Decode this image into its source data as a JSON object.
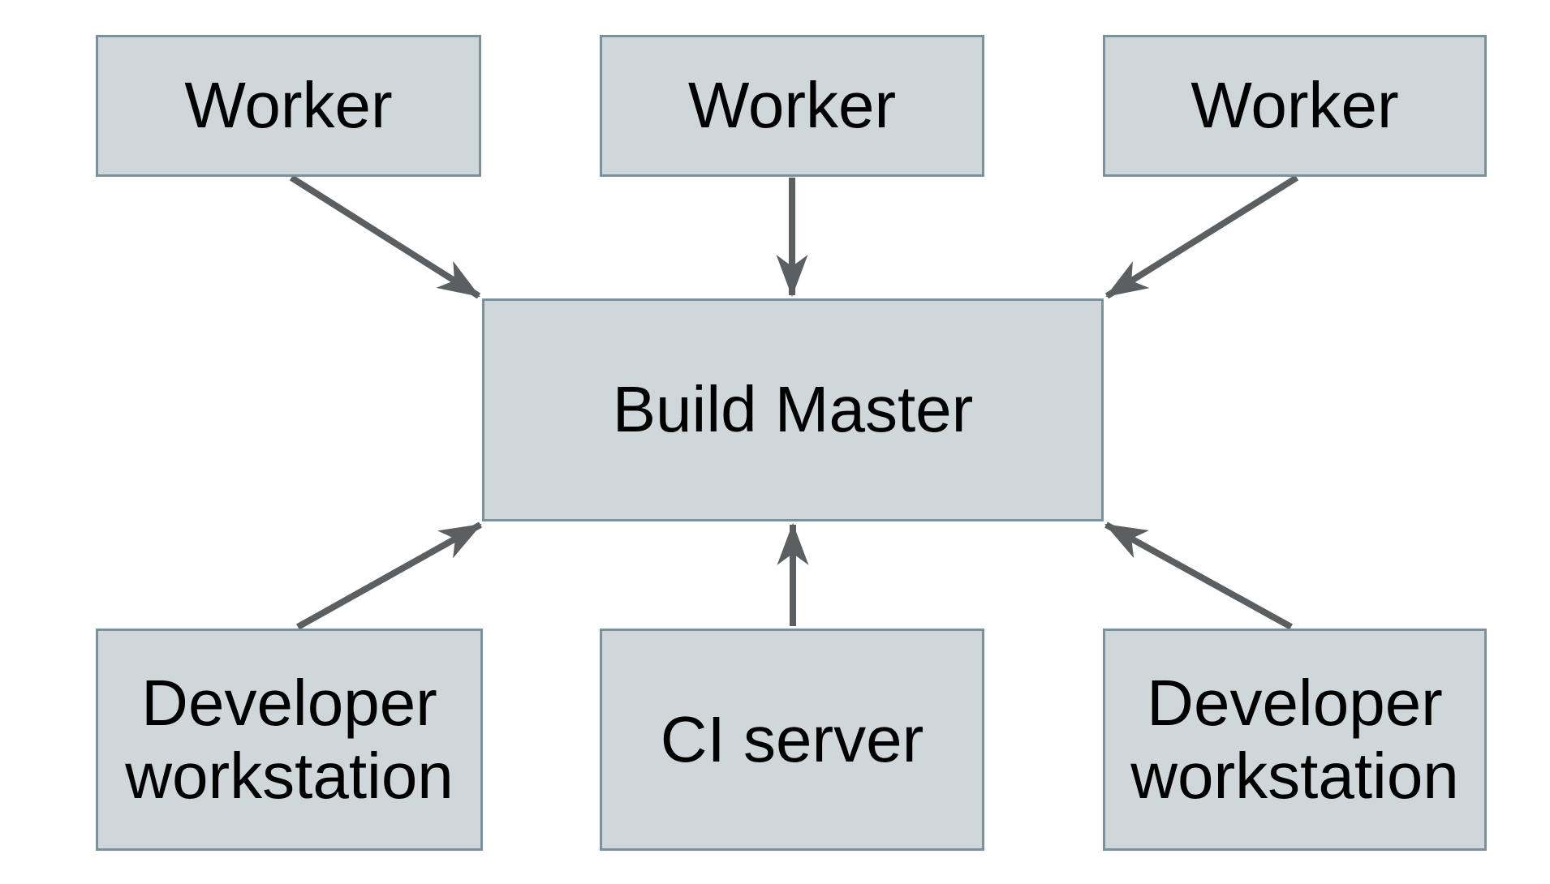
{
  "diagram": {
    "nodes": {
      "worker_top_left": {
        "label": "Worker"
      },
      "worker_top_center": {
        "label": "Worker"
      },
      "worker_top_right": {
        "label": "Worker"
      },
      "build_master": {
        "label": "Build Master"
      },
      "developer_workstation_left": {
        "label": "Developer workstation"
      },
      "ci_server": {
        "label": "CI server"
      },
      "developer_workstation_right": {
        "label": "Developer workstation"
      }
    },
    "edges": [
      {
        "from": "worker_top_left",
        "to": "build_master"
      },
      {
        "from": "worker_top_center",
        "to": "build_master"
      },
      {
        "from": "worker_top_right",
        "to": "build_master"
      },
      {
        "from": "developer_workstation_left",
        "to": "build_master"
      },
      {
        "from": "ci_server",
        "to": "build_master"
      },
      {
        "from": "developer_workstation_right",
        "to": "build_master"
      }
    ],
    "colors": {
      "background": "#ffffff",
      "node_fill": "#cfd7da",
      "node_border": "#7b919c",
      "arrow": "#5b5f61",
      "text": "#000000"
    }
  }
}
